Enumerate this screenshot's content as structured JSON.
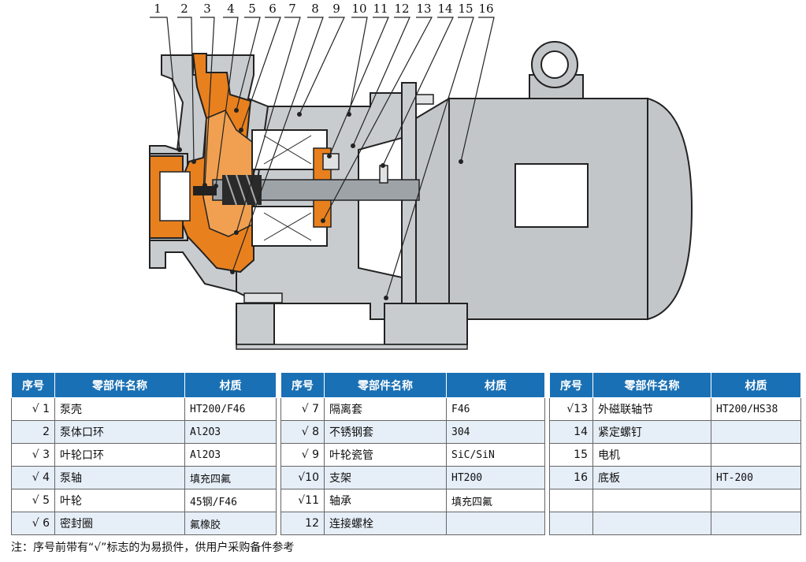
{
  "callouts": [
    "1",
    "2",
    "3",
    "4",
    "5",
    "6",
    "7",
    "8",
    "9",
    "10",
    "11",
    "12",
    "13",
    "14",
    "15",
    "16"
  ],
  "table": {
    "headers": [
      "序号",
      "零部件名称",
      "材质"
    ],
    "rows": [
      [
        {
          "seq": "√ 1",
          "name": "泵壳",
          "mat": "HT200/F46"
        },
        {
          "seq": "√ 7",
          "name": "隔离套",
          "mat": "F46"
        },
        {
          "seq": "√13",
          "name": "外磁联轴节",
          "mat": "HT200/HS38"
        }
      ],
      [
        {
          "seq": "2",
          "name": "泵体口环",
          "mat": "Al2O3"
        },
        {
          "seq": "√ 8",
          "name": "不锈钢套",
          "mat": "304"
        },
        {
          "seq": "14",
          "name": "紧定螺钉",
          "mat": ""
        }
      ],
      [
        {
          "seq": "√ 3",
          "name": "叶轮口环",
          "mat": "Al2O3"
        },
        {
          "seq": "√ 9",
          "name": "叶轮瓷管",
          "mat": "SiC/SiN"
        },
        {
          "seq": "15",
          "name": "电机",
          "mat": ""
        }
      ],
      [
        {
          "seq": "√ 4",
          "name": "泵轴",
          "mat": "填充四氟"
        },
        {
          "seq": "√10",
          "name": "支架",
          "mat": "HT200"
        },
        {
          "seq": "16",
          "name": "底板",
          "mat": "HT-200"
        }
      ],
      [
        {
          "seq": "√ 5",
          "name": "叶轮",
          "mat": "45钢/F46"
        },
        {
          "seq": "√11",
          "name": "轴承",
          "mat": "填充四氟"
        },
        {
          "seq": "",
          "name": "",
          "mat": ""
        }
      ],
      [
        {
          "seq": "√ 6",
          "name": "密封圈",
          "mat": "氟橡胶"
        },
        {
          "seq": "12",
          "name": "连接螺栓",
          "mat": ""
        },
        {
          "seq": "",
          "name": "",
          "mat": ""
        }
      ]
    ]
  },
  "note": "注：序号前带有“√”标志的为易损件，供用户采购备件参考",
  "colors": {
    "header_blue": "#1a70b4",
    "liner_orange": "#e8801e",
    "casing_gray": "#c9cccf",
    "motor_gray": "#c3c6c9"
  }
}
